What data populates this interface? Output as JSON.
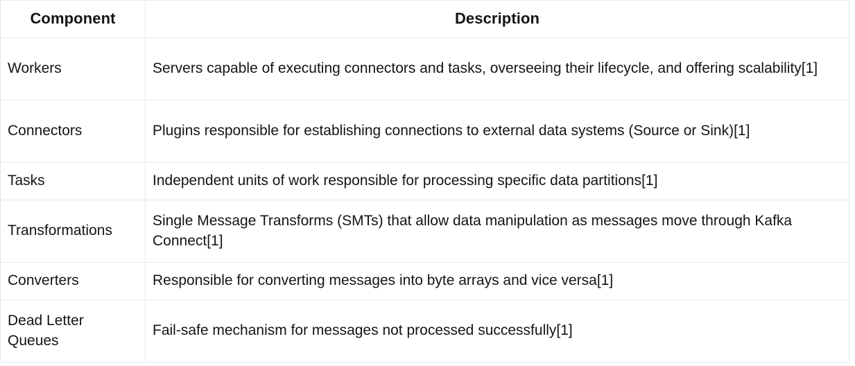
{
  "table": {
    "columns": [
      {
        "key": "component",
        "label": "Component",
        "align": "center"
      },
      {
        "key": "description",
        "label": "Description",
        "align": "center"
      }
    ],
    "rows": [
      {
        "id": "workers",
        "component": "Workers",
        "description": "Servers capable of executing connectors and tasks, overseeing their lifecycle, and offering scalability[1]"
      },
      {
        "id": "connectors",
        "component": "Connectors",
        "description": "Plugins responsible for establishing connections to external data systems (Source or Sink)[1]"
      },
      {
        "id": "tasks",
        "component": "Tasks",
        "description": "Independent units of work responsible for processing specific data partitions[1]"
      },
      {
        "id": "transformations",
        "component": "Transformations",
        "description": "Single Message Transforms (SMTs) that allow data manipulation as messages move through Kafka Connect[1]"
      },
      {
        "id": "converters",
        "component": "Converters",
        "description": "Responsible for converting messages into byte arrays and vice versa[1]"
      },
      {
        "id": "dead-letter-queues",
        "component": "Dead Letter Queues",
        "description": "Fail-safe mechanism for messages not processed successfully[1]"
      }
    ]
  },
  "style": {
    "border_color": "#e8e8e8",
    "text_color": "#141414",
    "background": "#ffffff"
  }
}
